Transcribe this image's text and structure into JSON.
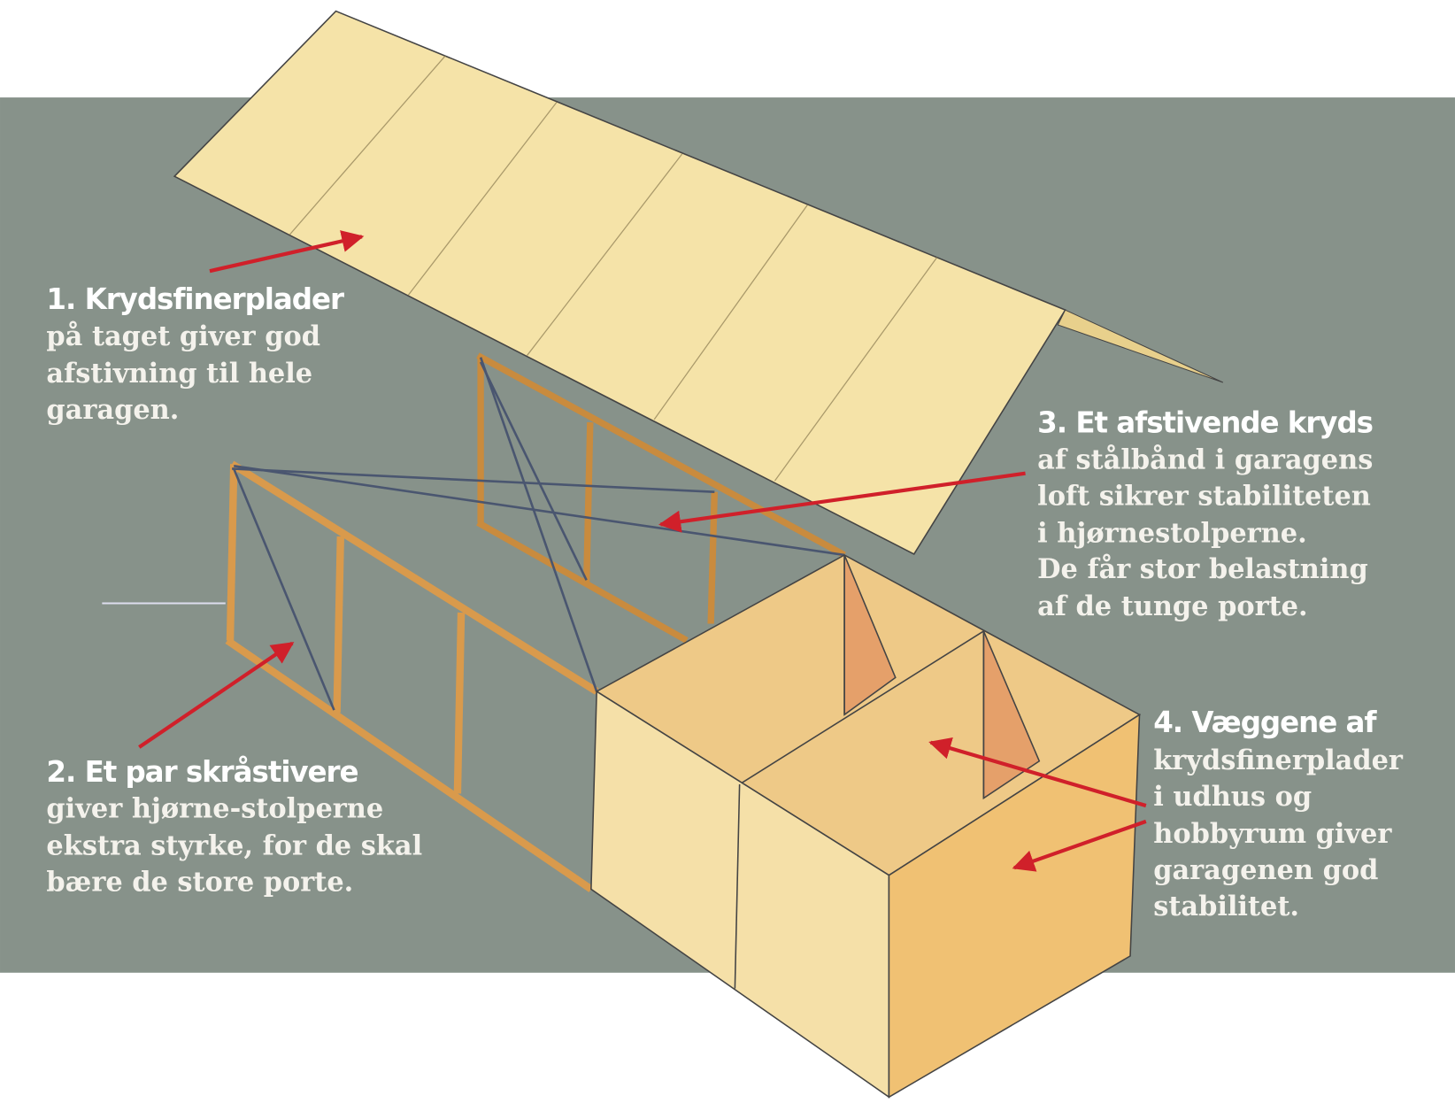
{
  "colors": {
    "background": "#87928a",
    "plywood": "#f3dc9c",
    "plywood_dark": "#e9bf6c",
    "arrow": "#d0202a",
    "frame": "#dca45c",
    "strap": "#4a5670"
  },
  "callouts": [
    {
      "title": "1. Krydsfinerplader",
      "lines": [
        "på taget giver god",
        "afstivning til hele",
        "garagen."
      ]
    },
    {
      "title": "2. Et par skråstivere",
      "lines": [
        "giver hjørne-stolperne",
        "ekstra styrke, for de skal",
        "bære de store porte."
      ]
    },
    {
      "title": "3. Et afstivende kryds",
      "lines": [
        "af stålbånd i garagens",
        "loft sikrer stabiliteten",
        "i hjørnestolperne.",
        "De får stor belastning",
        "af de tunge porte."
      ]
    },
    {
      "title": "4. Væggene af",
      "lines": [
        "krydsfinerplader",
        "i udhus og",
        "hobbyrum giver",
        "garagenen god",
        "stabilitet."
      ]
    }
  ]
}
